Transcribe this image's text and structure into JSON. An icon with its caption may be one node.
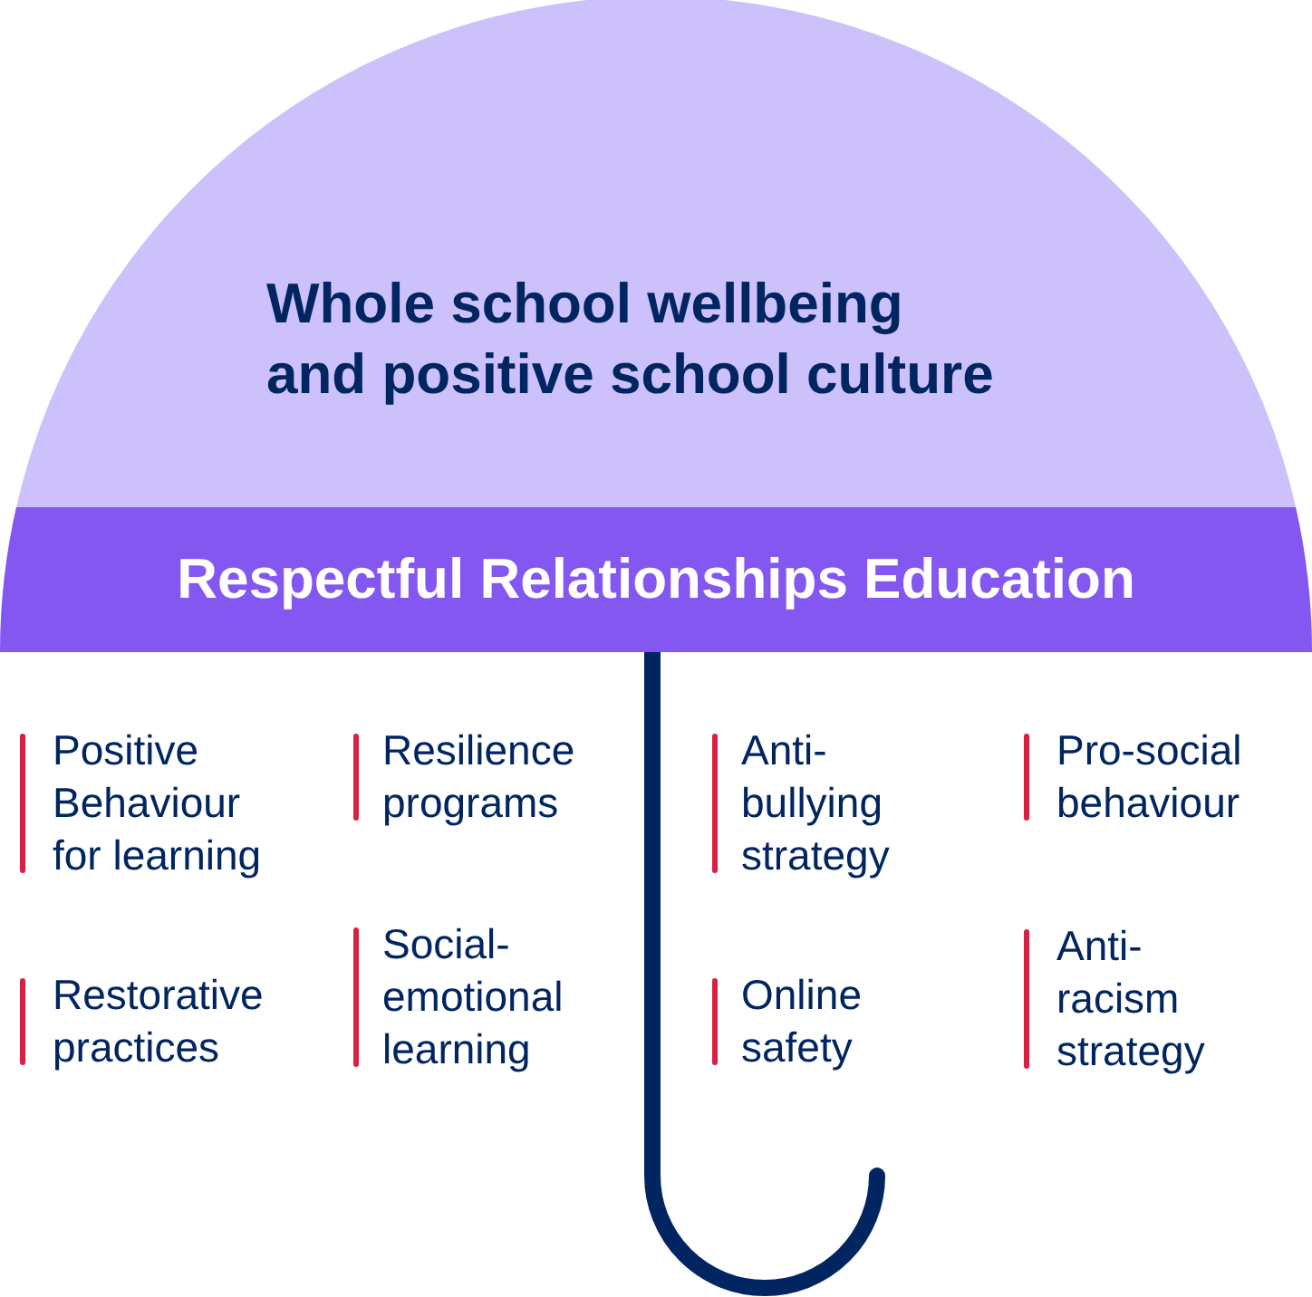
{
  "diagram": {
    "nodes": [
      {
        "text": [
          "Whole school wellbeing and positive school culture"
        ]
      },
      {
        "text": [
          "Respectful Relationships Education"
        ]
      }
    ],
    "labels": [
      "Positive Behaviour for learning",
      "Resilience programs",
      "Anti-bullying strategy",
      "Pro-social behaviour",
      "Restorative practices",
      "Social-emotional learning",
      "Online safety",
      "Anti-racism strategy"
    ]
  }
}
